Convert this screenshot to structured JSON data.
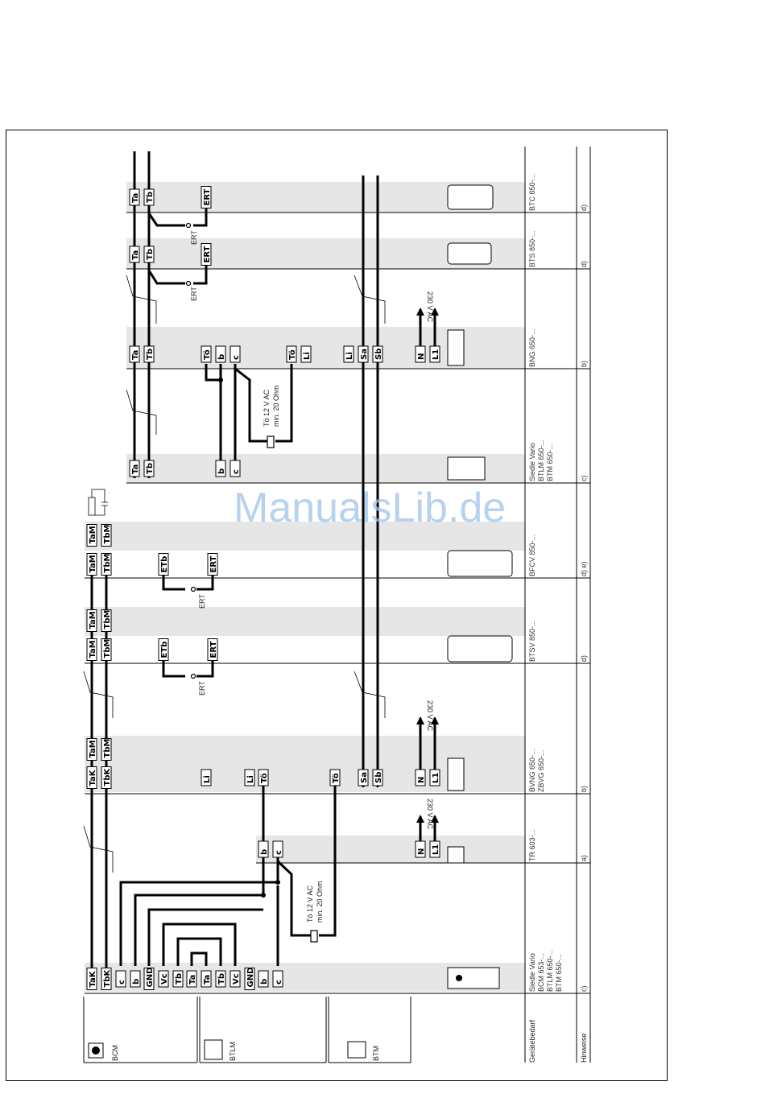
{
  "watermark": "ManualsLib.de",
  "labels": {
    "geraetebedarf": "Gerätebedarf",
    "hinweise": "Hinweise",
    "voltage_230": "230 V AC",
    "to_12v": "Tö 12 V AC",
    "min_20": "min. 20 Ohm",
    "ert": "ERT"
  },
  "modules": {
    "bcm": "BCM",
    "btlm": "BTLM",
    "btm": "BTM"
  },
  "devices": {
    "siedle_bcm": [
      "Siedle Vario",
      "BCM 653-...",
      "BTLM 650-...",
      "BTM 650-..."
    ],
    "tr603": [
      "TR 603-..."
    ],
    "bvng": [
      "BVNG 650-...",
      "ZBVG 650-..."
    ],
    "btsv": [
      "BTSV 850-..."
    ],
    "bfcv": [
      "BFCV 850-..."
    ],
    "siedle_btlm": [
      "Siedle Vario",
      "BTLM 650-...",
      "BTM 650-..."
    ],
    "bng": [
      "BNG 650-..."
    ],
    "bts": [
      "BTS 850-..."
    ],
    "btc": [
      "BTC 850-..."
    ]
  },
  "hints": {
    "siedle_bcm": "c)",
    "tr603": "a)",
    "bvng": "b)",
    "btsv": "d)",
    "bfcv": "d) e)",
    "siedle_btlm": "c)",
    "bng": "b)",
    "bts": "d)",
    "btc": "d)"
  },
  "terminals": {
    "bcm": [
      "TaK",
      "TbK",
      "c",
      "b",
      "GND",
      "Vc",
      "Tb",
      "Ta",
      "Ta",
      "Tb",
      "Vc",
      "GND",
      "b",
      "c"
    ],
    "tr": [
      "b",
      "c",
      "N",
      "L1"
    ],
    "bvng": [
      "TaK",
      "TbK",
      "TaM",
      "TbM",
      "Li",
      "Li",
      "Tö",
      "Tö",
      "Sa",
      "Sb",
      "N",
      "L1"
    ],
    "btsv": [
      "TaM",
      "TbM",
      "TaM",
      "TbM",
      "ETb",
      "ERT"
    ],
    "bfcv": [
      "TaM",
      "TbM",
      "TaM",
      "TbM",
      "ETb",
      "ERT"
    ],
    "btlm": [
      "Ta",
      "Tb",
      "b",
      "c"
    ],
    "bng": [
      "Ta",
      "Tb",
      "Tö",
      "b",
      "c",
      "Tö",
      "Li",
      "Li",
      "Sa",
      "Sb",
      "N",
      "L1"
    ],
    "bts": [
      "Ta",
      "Tb",
      "ERT"
    ],
    "btc": [
      "Ta",
      "Tb",
      "ERT"
    ]
  }
}
